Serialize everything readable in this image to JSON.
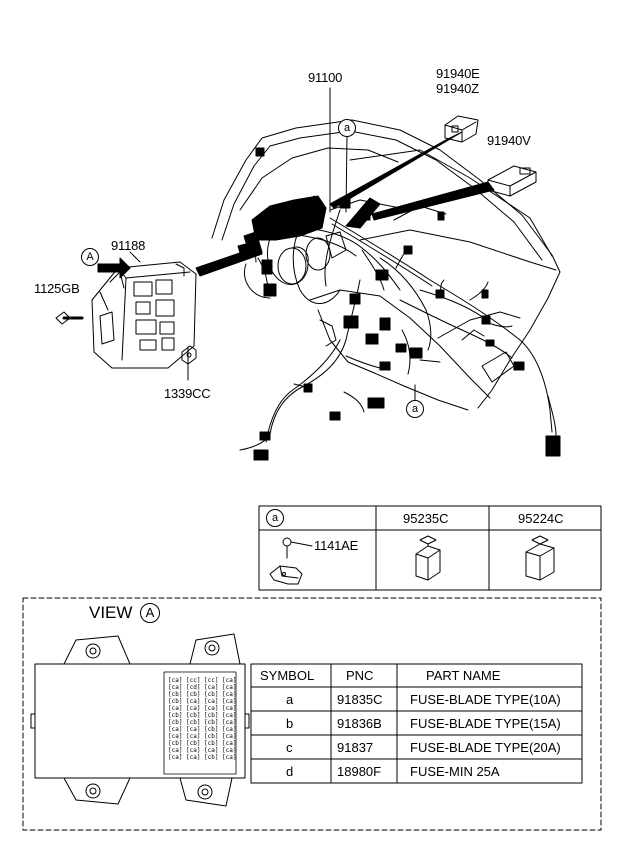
{
  "part_labels": {
    "harness": "91100",
    "part_91940E": "91940E",
    "part_91940Z": "91940Z",
    "part_91940V": "91940V",
    "junction_box": "91188",
    "bolt": "1125GB",
    "nut": "1339CC",
    "clip": "1141AE"
  },
  "callouts": {
    "view_arrow": "A",
    "detail_a": "a",
    "view_label": "VIEW",
    "view_circle": "A"
  },
  "relay_table": {
    "ref": "a",
    "col1": "95235C",
    "col2": "95224C"
  },
  "fuse_table": {
    "headers": [
      "SYMBOL",
      "PNC",
      "PART NAME"
    ],
    "rows": [
      {
        "symbol": "a",
        "pnc": "91835C",
        "name": "FUSE-BLADE TYPE(10A)"
      },
      {
        "symbol": "b",
        "pnc": "91836B",
        "name": "FUSE-BLADE TYPE(15A)"
      },
      {
        "symbol": "c",
        "pnc": "91837",
        "name": "FUSE-BLADE TYPE(20A)"
      },
      {
        "symbol": "d",
        "pnc": "18980F",
        "name": "FUSE-MIN 25A"
      }
    ]
  },
  "fuse_codes": {
    "col1": [
      "ca",
      "ca",
      "cb",
      "cb",
      "ca",
      "cb",
      "cb",
      "ca",
      "ca",
      "cb",
      "ca",
      "ca"
    ],
    "col2": [
      "cc",
      "cd",
      "cb",
      "ca",
      "ca",
      "cb",
      "cb",
      "ca",
      "ca",
      "cb",
      "ca",
      "ca"
    ],
    "col3": [
      "cc",
      "ca",
      "cb",
      "ca",
      "ca",
      "cb",
      "cb",
      "cb",
      "cb",
      "cb",
      "ca",
      "cb"
    ],
    "col4": [
      "ca",
      "ca",
      "ca",
      "ca",
      "ca",
      "ca",
      "ca",
      "ca",
      "ca",
      "ca",
      "ca",
      "ca"
    ]
  }
}
